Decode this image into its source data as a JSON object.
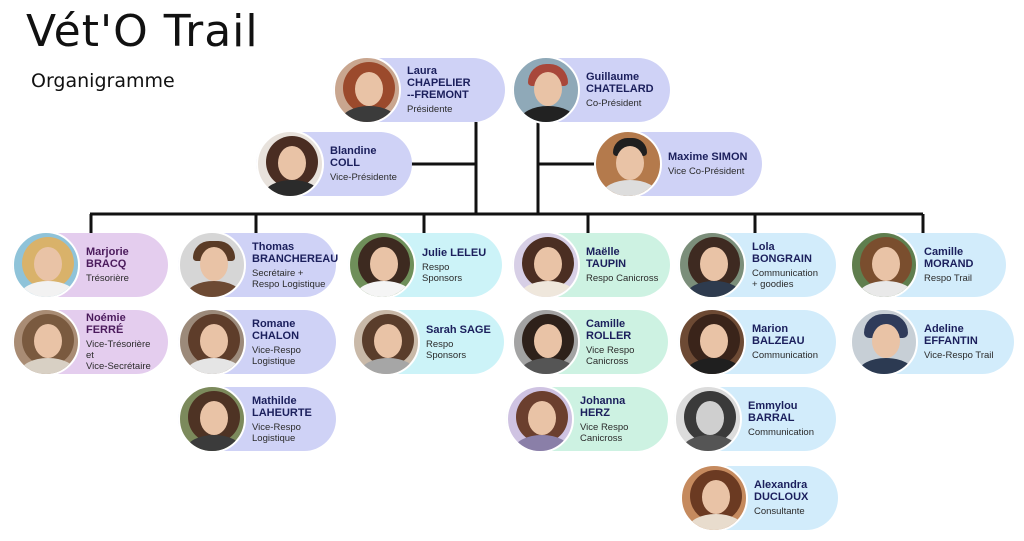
{
  "title": "Vét'O Trail",
  "subtitle": "Organigramme",
  "members": {
    "laura": {
      "name": "Laura CHAPELIER\n--FREMONT",
      "role": "Présidente"
    },
    "guillaume": {
      "name": "Guillaume\nCHATELARD",
      "role": "Co-Président"
    },
    "blandine": {
      "name": "Blandine COLL",
      "role": "Vice-Présidente"
    },
    "maxime": {
      "name": "Maxime SIMON",
      "role": "Vice Co-Président"
    },
    "marjorie": {
      "name": "Marjorie\nBRACQ",
      "role": "Trésorière"
    },
    "noemie": {
      "name": "Noémie FERRÉ",
      "role": "Vice-Trésorière et\nVice-Secrétaire"
    },
    "thomas": {
      "name": "Thomas\nBRANCHEREAU",
      "role": "Secrétaire +\nRespo Logistique"
    },
    "romane": {
      "name": "Romane\nCHALON",
      "role": "Vice-Respo\nLogistique"
    },
    "mathilde": {
      "name": "Mathilde\nLAHEURTE",
      "role": "Vice-Respo\nLogistique"
    },
    "julie": {
      "name": "Julie LELEU",
      "role": "Respo Sponsors"
    },
    "sarah": {
      "name": "Sarah SAGE",
      "role": "Respo Sponsors"
    },
    "maelle": {
      "name": "Maëlle TAUPIN",
      "role": "Respo Canicross"
    },
    "camille_r": {
      "name": "Camille\nROLLER",
      "role": "Vice Respo\nCanicross"
    },
    "johanna": {
      "name": "Johanna\nHERZ",
      "role": "Vice Respo\nCanicross"
    },
    "lola": {
      "name": "Lola\nBONGRAIN",
      "role": "Communication\n+ goodies"
    },
    "marion": {
      "name": "Marion\nBALZEAU",
      "role": "Communication"
    },
    "emmylou": {
      "name": "Emmylou\nBARRAL",
      "role": "Communication"
    },
    "alexandra": {
      "name": "Alexandra\nDUCLOUX",
      "role": "Consultante"
    },
    "camille_m": {
      "name": "Camille\nMORAND",
      "role": "Respo Trail"
    },
    "adeline": {
      "name": "Adeline\nEFFANTIN",
      "role": "Vice-Respo Trail"
    }
  },
  "colors": {
    "lavender": "#cfd2f6",
    "pink": "#e4cdee",
    "cyan": "#ccf3f8",
    "mint": "#cdf2e2",
    "sky": "#d2ecfb",
    "connector": "#111111"
  }
}
